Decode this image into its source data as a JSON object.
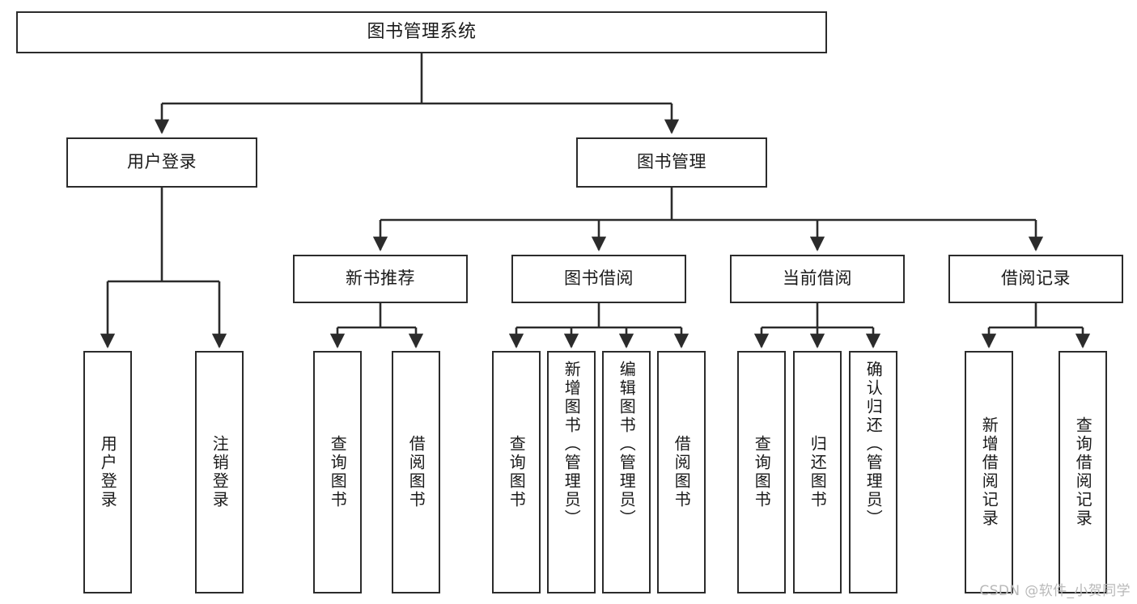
{
  "diagram": {
    "type": "tree",
    "title": "图书管理系统",
    "root": {
      "id": "root",
      "label": "图书管理系统"
    },
    "level1": [
      {
        "id": "user-login",
        "label": "用户登录"
      },
      {
        "id": "book-management",
        "label": "图书管理"
      }
    ],
    "level2": [
      {
        "id": "new-book-recommend",
        "label": "新书推荐",
        "parent": "book-management"
      },
      {
        "id": "book-borrow",
        "label": "图书借阅",
        "parent": "book-management"
      },
      {
        "id": "current-borrow",
        "label": "当前借阅",
        "parent": "book-management"
      },
      {
        "id": "borrow-record",
        "label": "借阅记录",
        "parent": "book-management"
      }
    ],
    "leaves": {
      "user-login": [
        {
          "id": "leaf-user-login",
          "label": "用户登录"
        },
        {
          "id": "leaf-logout-login",
          "label": "注销登录"
        }
      ],
      "new-book-recommend": [
        {
          "id": "leaf-query-book-1",
          "label": "查询图书"
        },
        {
          "id": "leaf-borrow-book-1",
          "label": "借阅图书"
        }
      ],
      "book-borrow": [
        {
          "id": "leaf-query-book-2",
          "label": "查询图书"
        },
        {
          "id": "leaf-add-book",
          "label": "新增图书（管理员）"
        },
        {
          "id": "leaf-edit-book",
          "label": "编辑图书（管理员）"
        },
        {
          "id": "leaf-borrow-book-2",
          "label": "借阅图书"
        }
      ],
      "current-borrow": [
        {
          "id": "leaf-query-book-3",
          "label": "查询图书"
        },
        {
          "id": "leaf-return-book",
          "label": "归还图书"
        },
        {
          "id": "leaf-confirm-return",
          "label": "确认归还（管理员）"
        }
      ],
      "borrow-record": [
        {
          "id": "leaf-add-record",
          "label": "新增借阅记录"
        },
        {
          "id": "leaf-query-record",
          "label": "查询借阅记录"
        }
      ]
    }
  },
  "watermark": {
    "text": "CSDN @软件_小贺同学"
  },
  "colors": {
    "stroke": "#2b2b2b",
    "background": "#ffffff",
    "text": "#1a1a1a",
    "watermark": "#b9b9b9"
  }
}
